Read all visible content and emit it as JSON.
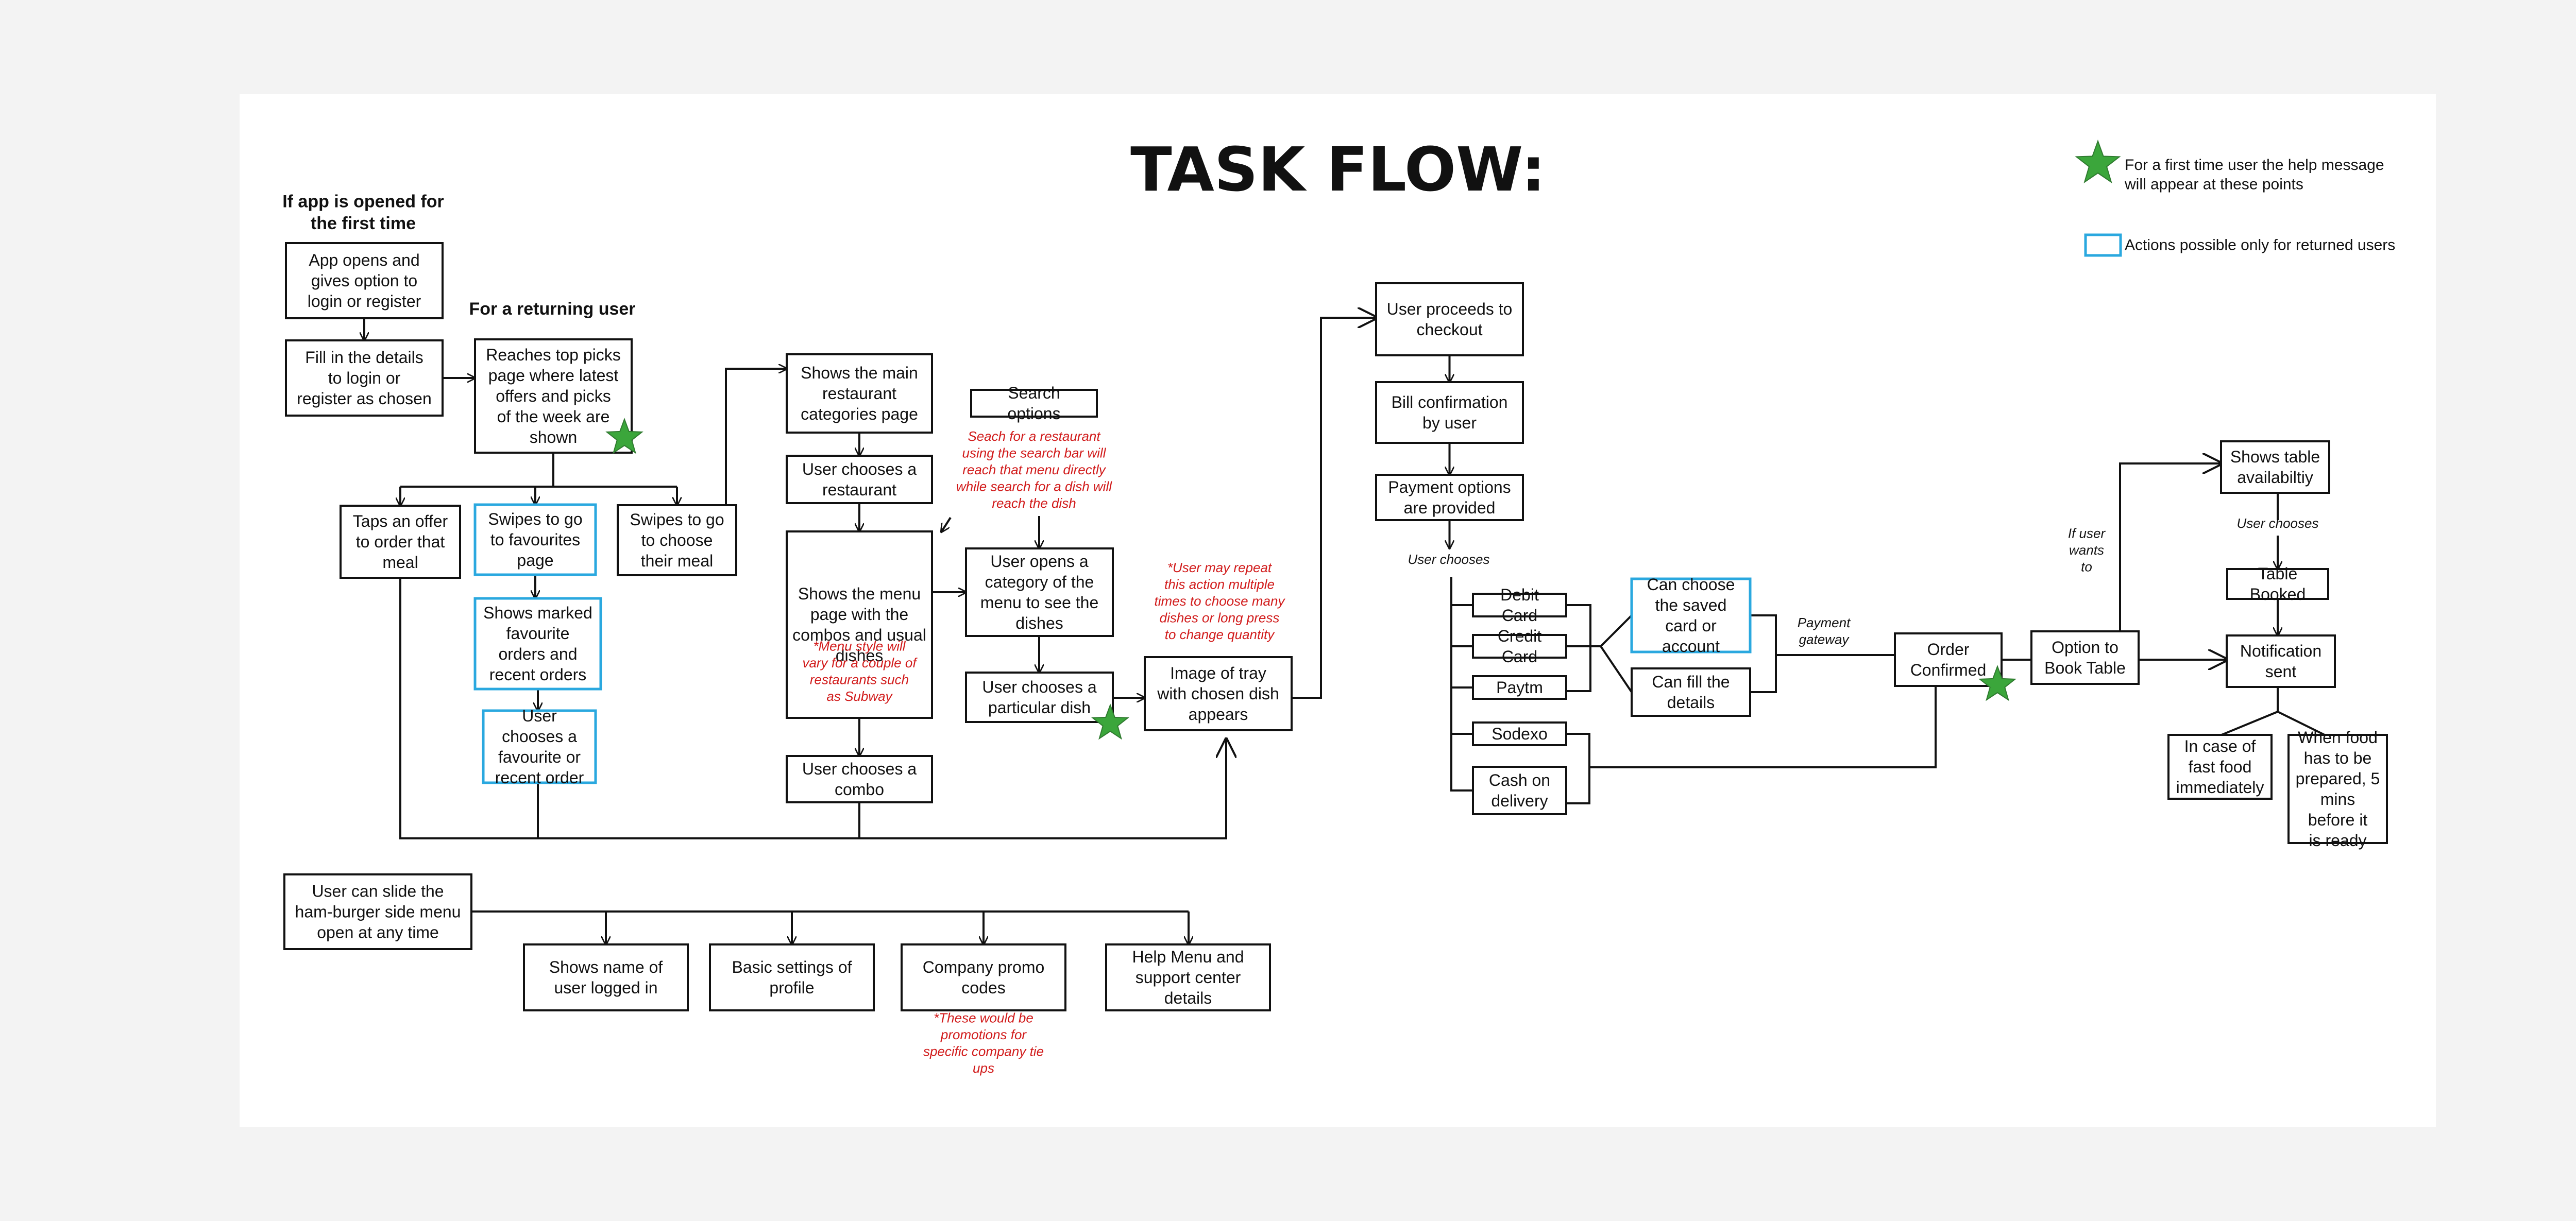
{
  "title": "TASK FLOW:",
  "legend": {
    "star_text": "For a first time user the help message will appear at these points",
    "blue_text": "Actions possible only for returned users",
    "star_color": "#3ba63b",
    "blue_color": "#2aa8df"
  },
  "headings": {
    "first_time": "If app is opened for the first time",
    "returning": "For a returning user"
  },
  "nodes": {
    "app_opens": "App opens and gives option to login or register",
    "fill_details": "Fill in the details to login or register as chosen",
    "top_picks": "Reaches top picks page where latest offers and picks of the week are shown",
    "taps_offer": "Taps an offer to order that meal",
    "favourites": "Swipes to go to favourites page",
    "marked_fav": "Shows marked favourite orders and recent orders",
    "choose_fav": "User chooses a favourite or recent order",
    "choose_meal": "Swipes to go to choose their meal",
    "main_categories": "Shows the main restaurant categories page",
    "choose_restaurant": "User chooses a restaurant",
    "menu_page": "Shows the menu page with the combos and usual dishes",
    "choose_combo": "User chooses a combo",
    "search_options": "Search options",
    "opens_category": "User opens a category of the menu to see the dishes",
    "choose_dish": "User chooses a particular dish",
    "tray": "Image of tray with chosen dish appears",
    "checkout": "User proceeds to checkout",
    "bill": "Bill confirmation by user",
    "payment_options": "Payment options are provided",
    "debit": "Debit Card",
    "credit": "Credit Card",
    "paytm": "Paytm",
    "sodexo": "Sodexo",
    "cod": "Cash on delivery",
    "saved_card": "Can choose the saved card or account",
    "fill_card": "Can fill the details",
    "order_confirmed": "Order Confirmed",
    "book_table": "Option to Book Table",
    "table_avail": "Shows table availabiltiy",
    "table_booked": "Table Booked",
    "notification": "Notification sent",
    "fast_food": "In case of fast food immediately",
    "prepared": "When food has to be prepared, 5 mins before it is ready",
    "hamburger": "User can slide the ham-burger side menu open at any time",
    "user_name": "Shows name of user logged in",
    "basic_settings": "Basic settings of profile",
    "promo_codes": "Company promo codes",
    "help_menu": "Help Menu and support center details"
  },
  "notes": {
    "search": "Seach for a restaurant using the search bar will reach that menu directly while search for a dish will reach the dish",
    "menu_style": "*Menu style will vary for a couple of restaurants such as Subway",
    "repeat": "*User may repeat this action multiple times to choose many dishes or long press to change quantity",
    "promo": "*These would be promotions for specific company tie ups"
  },
  "edge_labels": {
    "user_chooses_payment": "User chooses",
    "payment_gateway": "Payment gateway",
    "if_user_wants": "If user wants to",
    "user_chooses_table": "User chooses"
  }
}
